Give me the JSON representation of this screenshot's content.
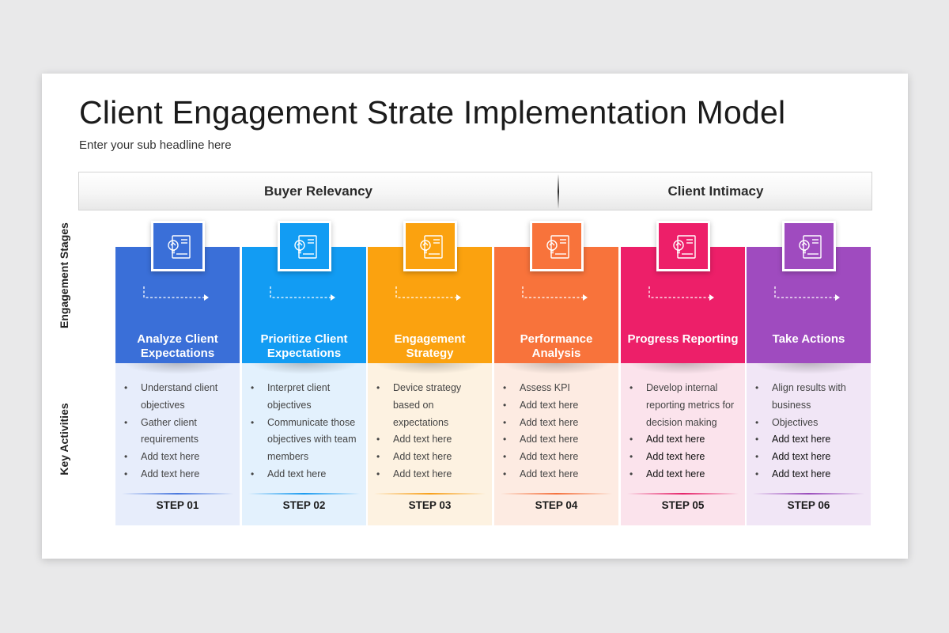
{
  "title": "Client Engagement Strate Implementation Model",
  "subtitle": "Enter your sub headline here",
  "band": {
    "left": "Buyer Relevancy",
    "right": "Client Intimacy"
  },
  "side_labels": {
    "stages": "Engagement Stages",
    "activities": "Key Activities"
  },
  "columns": [
    {
      "name": "Analyze Client Expectations",
      "step": "STEP 01",
      "color": "#3a6fd8",
      "light": "#e7edfb",
      "line": "#4a78de",
      "items": [
        {
          "text": "Understand client objectives"
        },
        {
          "text": "Gather client requirements"
        },
        {
          "text": "Add text here"
        },
        {
          "text": "Add text here"
        }
      ]
    },
    {
      "name": "Prioritize Client Expectations",
      "step": "STEP 02",
      "color": "#129cf3",
      "light": "#e3f1fd",
      "line": "#1a9bf0",
      "items": [
        {
          "text": "Interpret client objectives"
        },
        {
          "text": "Communicate those objectives with team members"
        },
        {
          "text": "Add text here"
        }
      ]
    },
    {
      "name": "Engagement Strategy",
      "step": "STEP 03",
      "color": "#fba20f",
      "light": "#fdf2e1",
      "line": "#f8a01a",
      "items": [
        {
          "text": "Device strategy based on expectations"
        },
        {
          "text": "Add text here"
        },
        {
          "text": "Add text here"
        },
        {
          "text": "Add text here"
        }
      ]
    },
    {
      "name": "Performance Analysis",
      "step": "STEP 04",
      "color": "#f8733b",
      "light": "#fdebe2",
      "line": "#f5723e",
      "items": [
        {
          "text": "Assess KPI"
        },
        {
          "text": "Add text here"
        },
        {
          "text": "Add text here"
        },
        {
          "text": "Add text here"
        },
        {
          "text": "Add text here"
        },
        {
          "text": "Add text here"
        }
      ]
    },
    {
      "name": "Progress Reporting",
      "step": "STEP 05",
      "color": "#ed1f69",
      "light": "#fbe3ec",
      "line": "#e6246a",
      "items": [
        {
          "text": "Develop internal reporting metrics for decision making"
        },
        {
          "text": "Add text here",
          "dark": true
        },
        {
          "text": "Add text here",
          "dark": true
        },
        {
          "text": "Add text here",
          "dark": true
        }
      ]
    },
    {
      "name": "Take Actions",
      "step": "STEP 06",
      "color": "#9f4bbf",
      "light": "#f1e6f6",
      "line": "#9a4cbc",
      "items": [
        {
          "text": "Align results with business"
        },
        {
          "text": "Objectives"
        },
        {
          "text": "Add text here",
          "dark": true
        },
        {
          "text": "Add text here",
          "dark": true
        },
        {
          "text": "Add text here",
          "dark": true
        }
      ]
    }
  ]
}
